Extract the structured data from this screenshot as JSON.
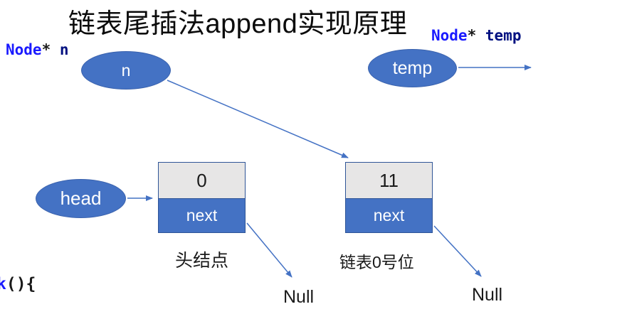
{
  "slide": {
    "title": "链表尾插法append实现原理"
  },
  "declarations": {
    "n": {
      "keyword": "Node",
      "star": "*",
      "gap": " ",
      "name": "n"
    },
    "temp": {
      "keyword": "Node",
      "star": "*",
      "gap": " ",
      "name": "temp"
    }
  },
  "pointers": {
    "n": {
      "label": "n"
    },
    "temp": {
      "label": "temp"
    },
    "head": {
      "label": "head"
    }
  },
  "nodes": {
    "head_node": {
      "value": "0",
      "next_label": "next",
      "caption": "头结点",
      "null_label": "Null"
    },
    "node0": {
      "value": "11",
      "next_label": "next",
      "caption": "链表0号位",
      "null_label": "Null"
    }
  },
  "code_fragment": {
    "name_tail": "k",
    "punct": "(){"
  },
  "colors": {
    "shape_fill": "#4472C4",
    "shape_border": "#2F5597",
    "value_cell_fill": "#E7E6E6",
    "connector": "#4472C4",
    "code_keyword": "#1A1AFF",
    "code_variable": "#001080",
    "code_punct": "#1A1A1A",
    "title_text": "#0B0B0B"
  }
}
